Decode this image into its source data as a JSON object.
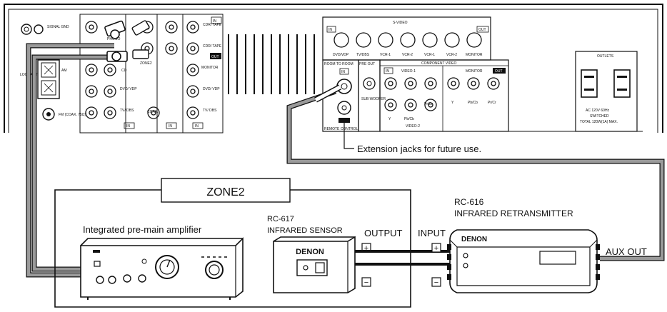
{
  "zone_label": "ZONE2",
  "extension_note": "Extension jacks for future use.",
  "amplifier": {
    "caption": "Integrated pre-main amplifier"
  },
  "sensor": {
    "model": "RC-617",
    "name": "INFRARED SENSOR",
    "brand": "DENON",
    "output_label": "OUTPUT"
  },
  "retransmitter": {
    "model": "RC-616",
    "name": "INFRARED RETRANSMITTER",
    "brand": "DENON",
    "input_label": "INPUT",
    "aux_out_label": "AUX OUT"
  },
  "terminal_symbols": {
    "plus": "+",
    "minus": "−"
  },
  "rear_panel": {
    "signal_gnd": "SIGNAL GND",
    "am": "AM",
    "loop_ant": "LOOP ANT.",
    "fm": "FM (COAX. 75Ω)",
    "phono": "PHONO",
    "cd": "CD",
    "dvd_vdp": "DVD/ VDP",
    "tv_dbs": "TV/ DBS",
    "zone2": "ZONE2",
    "cdr_tape": "CDR/ TAPE",
    "monitor": "MONITOR",
    "coax": "COAX.",
    "in": "IN",
    "out": "OUT",
    "s_video": "S-VIDEO",
    "s_video_jacks": [
      "DVD/VDP",
      "TV/DBS",
      "VCR-1",
      "VCR-2",
      "VCR-1",
      "VCR-2",
      "MONITOR"
    ],
    "room_to_room": "ROOM TO ROOM",
    "pre_out": "PRE OUT",
    "sub_woofer": "SUB WOOFER",
    "component_video": "COMPONENT VIDEO",
    "video_1": "VIDEO-1",
    "video_2": "VIDEO-2",
    "remote_control": "REMOTE CONTROL",
    "y": "Y",
    "pb_cb": "Pb/Cb",
    "pr_cr": "Pr/Cr",
    "outlets": "OUTLETS",
    "ac_line": "AC 120V 60Hz",
    "switched": "SWITCHED",
    "total_max": "TOTAL 120W(1A) MAX."
  },
  "colors": {
    "line": "#111111",
    "cable": "#9a9a9a",
    "panel": "#ffffff",
    "background": "#ffffff"
  }
}
